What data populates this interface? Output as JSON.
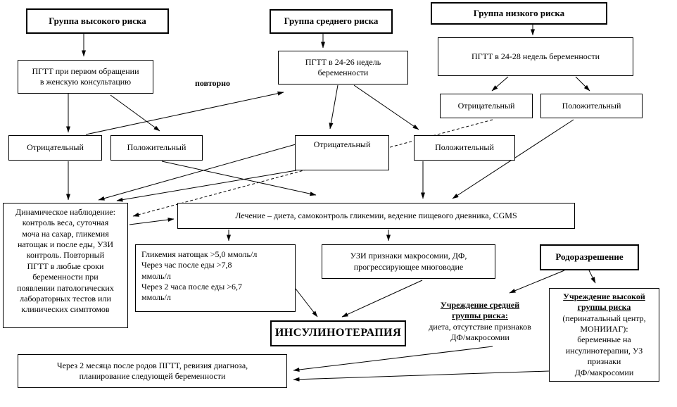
{
  "diagram": {
    "language": "ru",
    "topic": "Схема ведения беременных групп риска гестационного диабета (ПГТТ)",
    "nodes": {
      "group_high": {
        "text": "Группа высокого риска"
      },
      "group_mid": {
        "text": "Группа среднего риска"
      },
      "group_low": {
        "text": "Группа низкого риска"
      },
      "pgtt_first": {
        "text": "ПГТТ при первом обращении\nв женскую консультацию"
      },
      "pgtt_2426": {
        "text": "ПГТТ в 24-26 недель\nбеременности"
      },
      "pgtt_2428": {
        "text": "ПГТТ в 24-28 недель беременности"
      },
      "repeat_label": {
        "text": "повторно"
      },
      "neg_left": {
        "text": "Отрицательный"
      },
      "pos_left": {
        "text": "Положительный"
      },
      "neg_mid": {
        "text": "Отрицательный"
      },
      "pos_mid": {
        "text": "Положительный"
      },
      "neg_right": {
        "text": "Отрицательный"
      },
      "pos_right": {
        "text": "Положительный"
      },
      "observation": {
        "text": "Динамическое наблюдение:\nконтроль веса, суточная\nмоча на сахар, гликемия\nнатощак и после еды, УЗИ\nконтроль. Повторный\nПГТТ в любые сроки\nбеременности при\nпоявлении патологических\nлабораторных тестов или\nклинических симптомов"
      },
      "treatment": {
        "text": "Лечение – диета, самоконтроль гликемии, ведение  пищевого дневника, CGMS"
      },
      "glycemia": {
        "text": "Гликемия натощак >5,0 ммоль/л\nЧерез час после еды >7,8\nммоль/л\nЧерез 2 часа после еды >6,7\nммоль/л"
      },
      "ultrasound": {
        "text": "УЗИ признаки макросомии, ДФ,\nпрогрессирующее многоводие"
      },
      "delivery": {
        "text": "Родоразрешение"
      },
      "insulin": {
        "text": "ИНСУЛИНОТЕРАПИЯ"
      },
      "facility_mid": {
        "title": "Учреждение средней\nгруппы риска:",
        "body": "диета, отсутствие признаков\nДФ/макросомии"
      },
      "facility_high": {
        "title": "Учреждение высокой\nгруппы риска",
        "body": "(перинатальный центр,\nМОНИИАГ):\nбеременные на\nинсулинотерапии,  УЗ\nпризнаки\nДФ/макросомии"
      },
      "postpartum": {
        "text": "Через 2 месяца после родов ПГТТ, ревизия диагноза,\nпланирование следующей беременности"
      }
    },
    "edges": [
      {
        "from": "group_high",
        "to": "pgtt_first",
        "style": "solid"
      },
      {
        "from": "group_mid",
        "to": "pgtt_2426",
        "style": "solid"
      },
      {
        "from": "group_low",
        "to": "pgtt_2428",
        "style": "solid"
      },
      {
        "from": "pgtt_first",
        "to": "neg_left",
        "style": "solid"
      },
      {
        "from": "pgtt_first",
        "to": "pos_left",
        "style": "solid"
      },
      {
        "from": "neg_left",
        "to": "pgtt_2426",
        "style": "solid",
        "label": "повторно"
      },
      {
        "from": "pgtt_2426",
        "to": "neg_mid",
        "style": "solid"
      },
      {
        "from": "pgtt_2426",
        "to": "pos_mid",
        "style": "solid"
      },
      {
        "from": "pgtt_2428",
        "to": "neg_right",
        "style": "solid"
      },
      {
        "from": "pgtt_2428",
        "to": "pos_right",
        "style": "solid"
      },
      {
        "from": "neg_left",
        "to": "observation",
        "style": "solid"
      },
      {
        "from": "neg_mid",
        "to": "observation",
        "style": "solid"
      },
      {
        "from": "neg_mid",
        "to": "observation",
        "style": "solid"
      },
      {
        "from": "neg_right",
        "to": "observation",
        "style": "dashed"
      },
      {
        "from": "pos_left",
        "to": "treatment",
        "style": "solid"
      },
      {
        "from": "pos_mid",
        "to": "treatment",
        "style": "solid"
      },
      {
        "from": "pos_right",
        "to": "treatment",
        "style": "solid"
      },
      {
        "from": "observation",
        "to": "treatment",
        "style": "solid"
      },
      {
        "from": "treatment",
        "to": "glycemia",
        "style": "solid"
      },
      {
        "from": "treatment",
        "to": "ultrasound",
        "style": "solid"
      },
      {
        "from": "glycemia",
        "to": "insulin",
        "style": "solid"
      },
      {
        "from": "ultrasound",
        "to": "insulin",
        "style": "solid"
      },
      {
        "from": "delivery",
        "to": "facility_mid",
        "style": "solid"
      },
      {
        "from": "delivery",
        "to": "facility_high",
        "style": "solid"
      },
      {
        "from": "facility_mid",
        "to": "postpartum",
        "style": "solid"
      },
      {
        "from": "facility_high",
        "to": "postpartum",
        "style": "solid"
      }
    ]
  }
}
